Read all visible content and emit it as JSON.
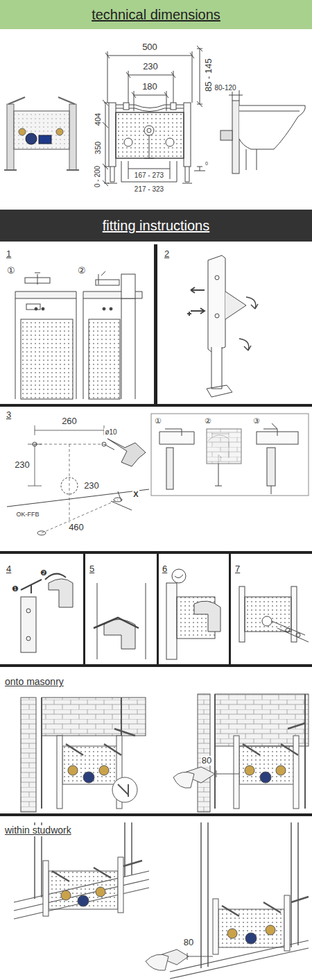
{
  "diagram": {
    "nodes": [
      {
        "text": [
          "technical dimensions"
        ]
      },
      {
        "text": [
          "fitting instructions"
        ]
      }
    ],
    "labels": [
      "500",
      "230",
      "180",
      "404",
      "350",
      "0 - 200",
      "85 - 145",
      "80-120",
      "167 - 273",
      "217 - 323",
      "0",
      "1",
      "①",
      "②",
      "2",
      "3",
      "260",
      "ø10",
      "230",
      "230",
      "X",
      "OK-FFB",
      "460",
      "①",
      "②",
      "③",
      "4",
      "❶",
      "❷",
      "5",
      "6",
      "7",
      "onto masonry",
      "80",
      "within studwork",
      "80"
    ]
  }
}
